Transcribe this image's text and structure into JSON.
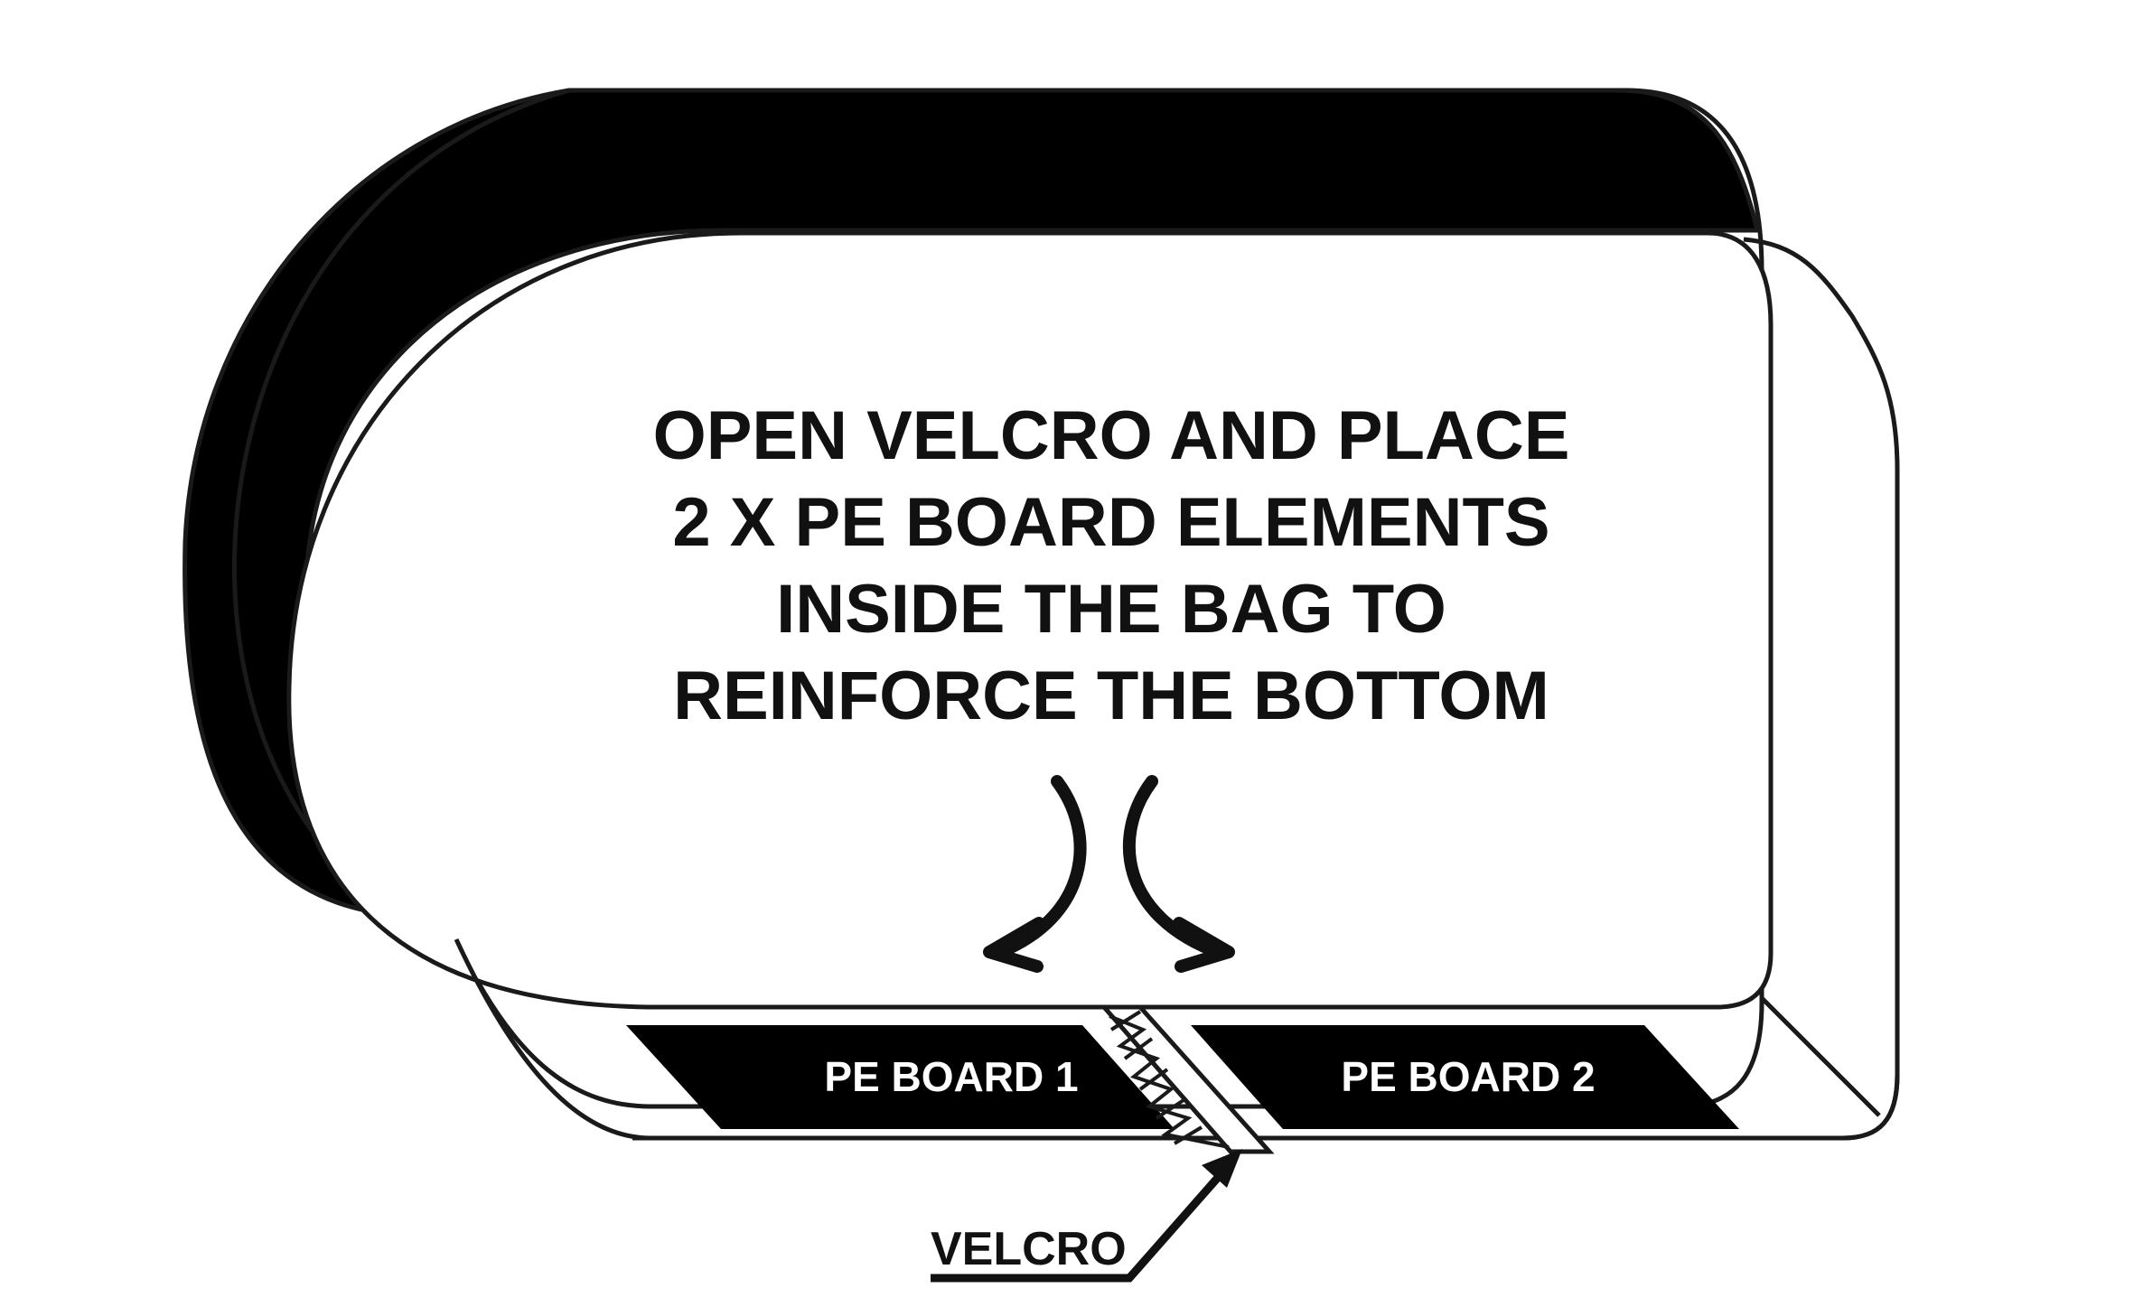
{
  "instruction": {
    "lines": [
      "OPEN VELCRO AND PLACE",
      "2 X PE BOARD ELEMENTS",
      "INSIDE THE BAG TO",
      "REINFORCE THE BOTTOM"
    ]
  },
  "boards": [
    {
      "label": "PE BOARD 1"
    },
    {
      "label": "PE BOARD 2"
    }
  ],
  "velcro": {
    "label": "VELCRO"
  },
  "colors": {
    "fill_dark": "#000000",
    "fill_light": "#ffffff",
    "outline": "#1a1a1a"
  }
}
